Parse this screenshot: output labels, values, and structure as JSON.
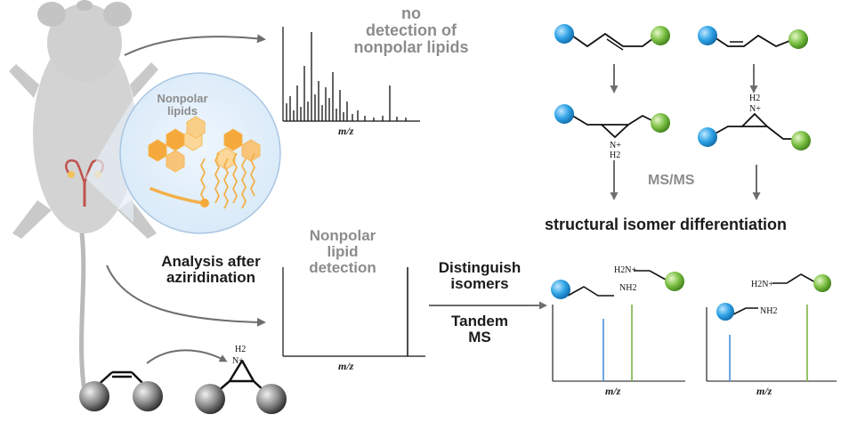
{
  "top_spectrum": {
    "label_line1": "no",
    "label_line2": "detection of",
    "label_line3": "nonpolar lipids",
    "axis": "m/z"
  },
  "inset": {
    "title_line1": "Nonpolar",
    "title_line2": "lipids"
  },
  "analysis": {
    "line1": "Analysis after",
    "line2": "aziridination"
  },
  "middle_spectrum": {
    "label_line1": "Nonpolar",
    "label_line2": "lipid",
    "label_line3": "detection",
    "axis": "m/z"
  },
  "distinguish": {
    "line1": "Distinguish",
    "line2": "isomers",
    "tandem_line1": "Tandem",
    "tandem_line2": "MS"
  },
  "right_top": {
    "msms": "MS/MS",
    "title": "structural isomer differentiation"
  },
  "chem_labels": {
    "nh_plus": "N+",
    "h2": "H2",
    "h2n_plus": "H2N+",
    "nh2_plus": "NH2"
  },
  "bottom_right": {
    "axis_left": "m/z",
    "axis_right": "m/z"
  },
  "colors": {
    "blue_group": "#2fa3e6",
    "green_group": "#7bc043",
    "hexagon": "#f4a93a",
    "arrow": "#6e6e6e",
    "blue_line": "#4a90d9",
    "green_line": "#7cb342"
  }
}
